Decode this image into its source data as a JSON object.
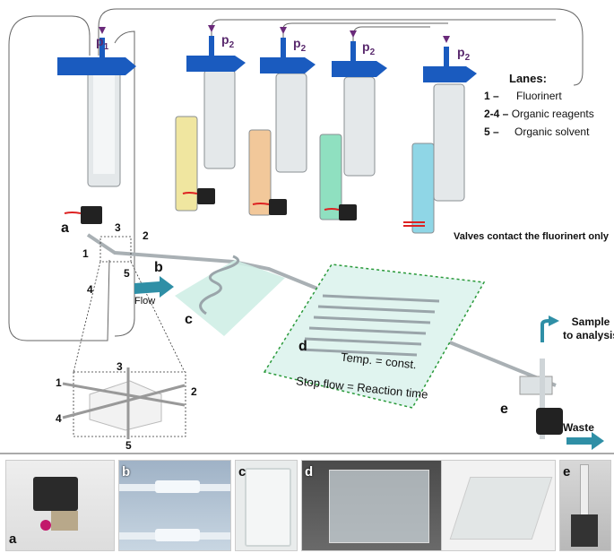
{
  "pressure_labels": {
    "p1": {
      "base": "p",
      "sub": "1"
    },
    "p2": {
      "base": "p",
      "sub": "2"
    }
  },
  "legend": {
    "title": "Lanes:",
    "rows": [
      {
        "num": "1 –",
        "text": "Fluorinert"
      },
      {
        "num": "2-4 –",
        "text": "Organic reagents"
      },
      {
        "num": "5 –",
        "text": "Organic solvent"
      }
    ]
  },
  "valve_note": "Valves contact the fluorinert only",
  "part_letters": {
    "a": "a",
    "b": "b",
    "c": "c",
    "d": "d",
    "e": "e"
  },
  "port_numbers": {
    "n1": "1",
    "n2": "2",
    "n3": "3",
    "n4": "4",
    "n5": "5"
  },
  "flow_label": "Flow",
  "temp_label": "Temp. = const.",
  "stop_flow_label": "Stop flow = Reaction time",
  "sample_label": {
    "line1": "Sample",
    "line2": "to analysis"
  },
  "waste_label": "Waste",
  "photo_tags": [
    "a",
    "b",
    "c",
    "d",
    "e"
  ],
  "colors": {
    "syringe_cap": "#1a5bbf",
    "lane2": "#f0e6a0",
    "lane3": "#f2c89a",
    "lane4": "#8fe0c0",
    "lane5": "#8fd6e6",
    "chip": "#cfeee6",
    "arrow": "#2f8fa6",
    "dotted_box": "#2a9a3a",
    "valve_wire": "#d22"
  }
}
